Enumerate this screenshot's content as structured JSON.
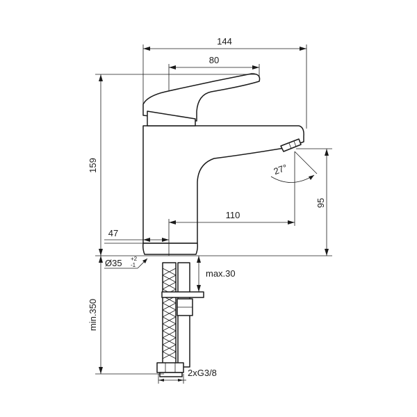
{
  "dimensions": {
    "overall_width": "144",
    "lever_length": "80",
    "height": "159",
    "spout_reach": "110",
    "spout_height": "95",
    "base_offset": "47",
    "angle": "27°",
    "base_diameter": "Ø35",
    "diameter_tol_plus": "+2",
    "diameter_tol_minus": "-1",
    "max_thickness": "max.30",
    "hose_length": "min.350",
    "connection": "2xG3/8"
  }
}
